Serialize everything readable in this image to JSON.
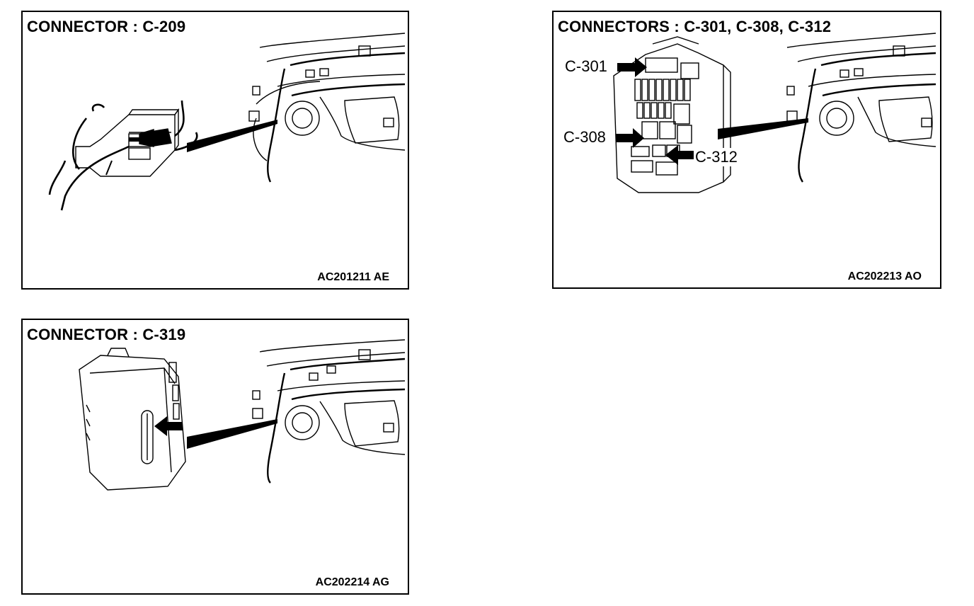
{
  "panels": [
    {
      "title": "CONNECTOR : C-209",
      "code": "AC201211 AE"
    },
    {
      "title": "CONNECTORS : C-301, C-308, C-312",
      "code": "AC202213 AO",
      "labels": [
        "C-301",
        "C-308",
        "C-312"
      ]
    },
    {
      "title": "CONNECTOR : C-319",
      "code": "AC202214 AG"
    }
  ]
}
